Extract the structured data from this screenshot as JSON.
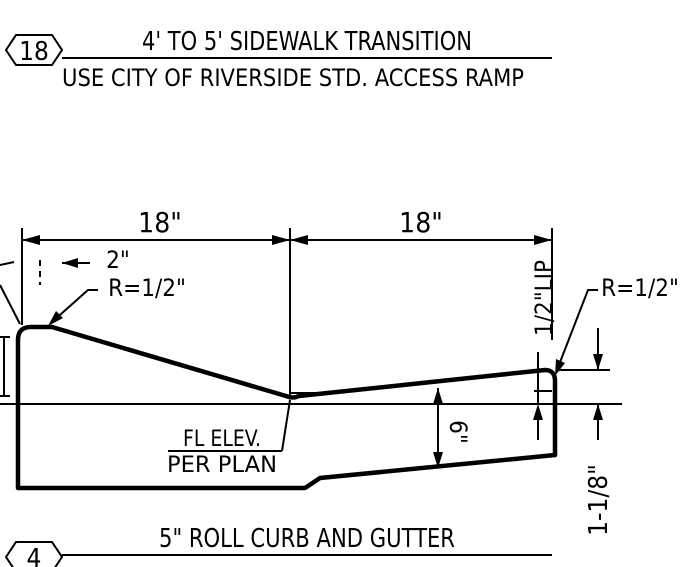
{
  "notes": {
    "top": {
      "number": "18",
      "line1": "4' TO 5' SIDEWALK TRANSITION",
      "line2": "USE CITY OF RIVERSIDE STD. ACCESS RAMP"
    },
    "bottom": {
      "number": "4",
      "line1": "5\" ROLL CURB AND GUTTER"
    }
  },
  "dimensions": {
    "left_width": "18\"",
    "right_width": "18\"",
    "offset": "2\"",
    "radius_left": "R=1/2\"",
    "radius_right": "R=1/2\"",
    "lip": "1/2\"LIP",
    "gutter_depth": "6\"",
    "curb_height": "1-1/8\""
  },
  "labels": {
    "fl_line1": "FL ELEV.",
    "fl_line2": "PER PLAN"
  }
}
